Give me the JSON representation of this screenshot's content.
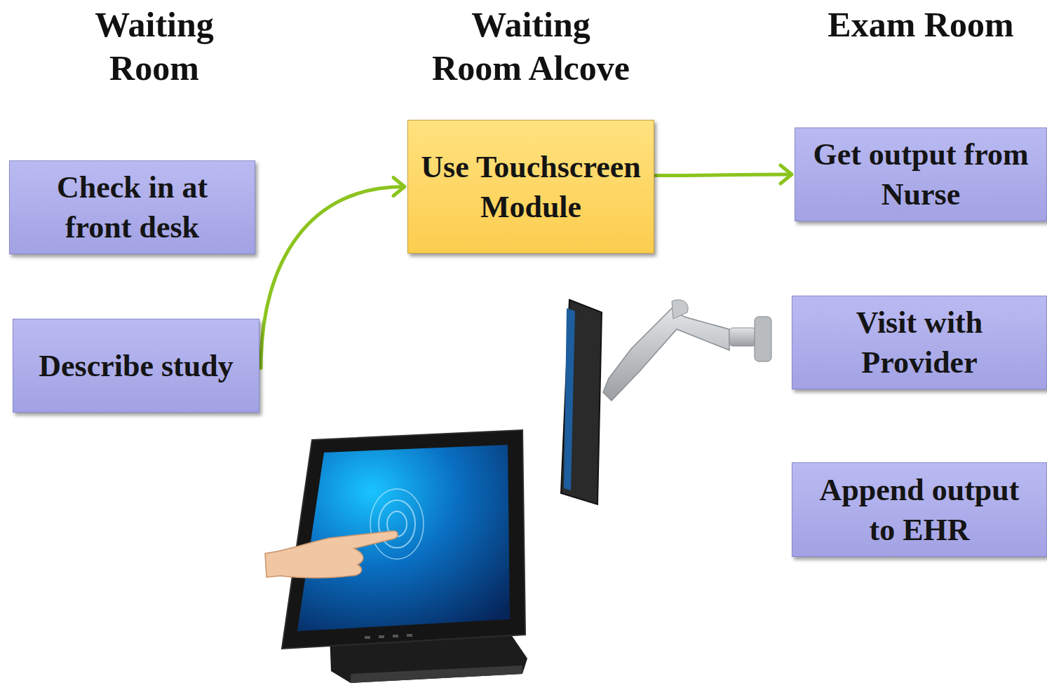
{
  "diagram": {
    "nodes": [
      {
        "text": [
          "Check in at front desk"
        ]
      },
      {
        "text": [
          "Describe study"
        ]
      },
      {
        "text": [
          "Use Touchscreen Module"
        ]
      },
      {
        "text": [
          "Get output from Nurse"
        ]
      },
      {
        "text": [
          "Visit with Provider"
        ]
      },
      {
        "text": [
          "Append output to EHR"
        ]
      }
    ],
    "edges": [
      {
        "from": 1,
        "to": 2,
        "arrow": "to"
      },
      {
        "from": 2,
        "to": 3,
        "arrow": "to"
      }
    ],
    "labels": [
      "Waiting Room",
      "Waiting Room Alcove",
      "Exam Room"
    ]
  }
}
